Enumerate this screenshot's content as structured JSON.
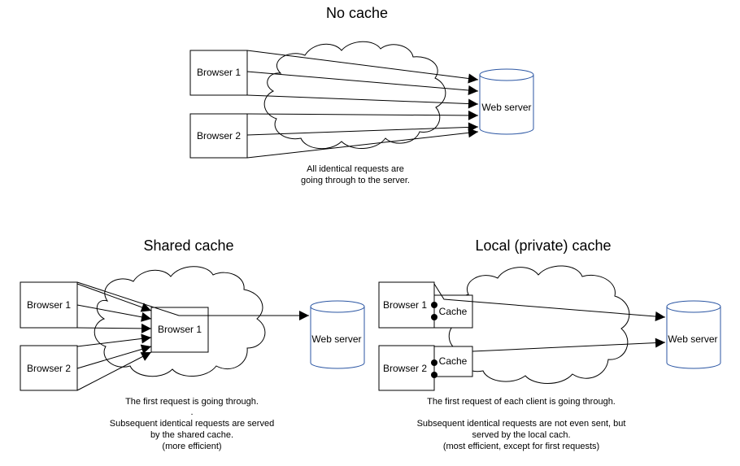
{
  "sections": {
    "no_cache": {
      "title": "No cache",
      "browser1": "Browser 1",
      "browser2": "Browser 2",
      "server": "Web server",
      "caption_1": "All identical requests are",
      "caption_2": "going through to the server."
    },
    "shared_cache": {
      "title": "Shared cache",
      "browser1": "Browser 1",
      "browser2": "Browser 2",
      "proxy": "Browser 1",
      "server": "Web server",
      "caption_1": "The first request is going through.",
      "caption_dot": ".",
      "caption_2": "Subsequent identical requests are served",
      "caption_3": "by the shared cache.",
      "caption_4": "(more efficient)"
    },
    "local_cache": {
      "title": "Local (private) cache",
      "browser1": "Browser 1",
      "browser2": "Browser 2",
      "cache1": "Cache",
      "cache2": "Cache",
      "server": "Web server",
      "caption_1": "The first request of each client is going through.",
      "caption_2": "Subsequent identical requests are not even sent, but",
      "caption_3": "served by the local cach.",
      "caption_4": "(most efficient, except for first requests)"
    }
  },
  "colors": {
    "database_stroke": "#2b56a3",
    "lines": "#000000"
  }
}
